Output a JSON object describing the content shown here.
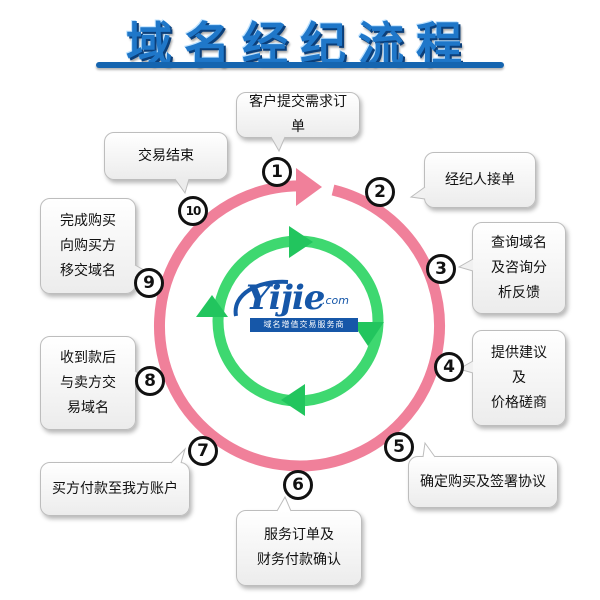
{
  "title": "域名经纪流程",
  "logo": {
    "brand": "Yijie",
    "suffix": ".com",
    "tagline": "域名增值交易服务商"
  },
  "colors": {
    "title_blue": "#1f77c9",
    "outer_cycle_pink": "#f0809a",
    "inner_cycle_green": "#3ed870",
    "logo_blue": "#1657a8"
  },
  "steps": [
    {
      "number": "1",
      "label": "客户提交需求订单"
    },
    {
      "number": "2",
      "label": "经纪人接单"
    },
    {
      "number": "3",
      "label": "查询域名\n及咨询分\n析反馈"
    },
    {
      "number": "4",
      "label": "提供建议\n及\n价格磋商"
    },
    {
      "number": "5",
      "label": "确定购买及签署协议"
    },
    {
      "number": "6",
      "label": "服务订单及\n财务付款确认"
    },
    {
      "number": "7",
      "label": "买方付款至我方账户"
    },
    {
      "number": "8",
      "label": "收到款后\n与卖方交\n易域名"
    },
    {
      "number": "9",
      "label": "完成购买\n向购买方\n移交域名"
    },
    {
      "number": "10",
      "label": "交易结束"
    }
  ]
}
